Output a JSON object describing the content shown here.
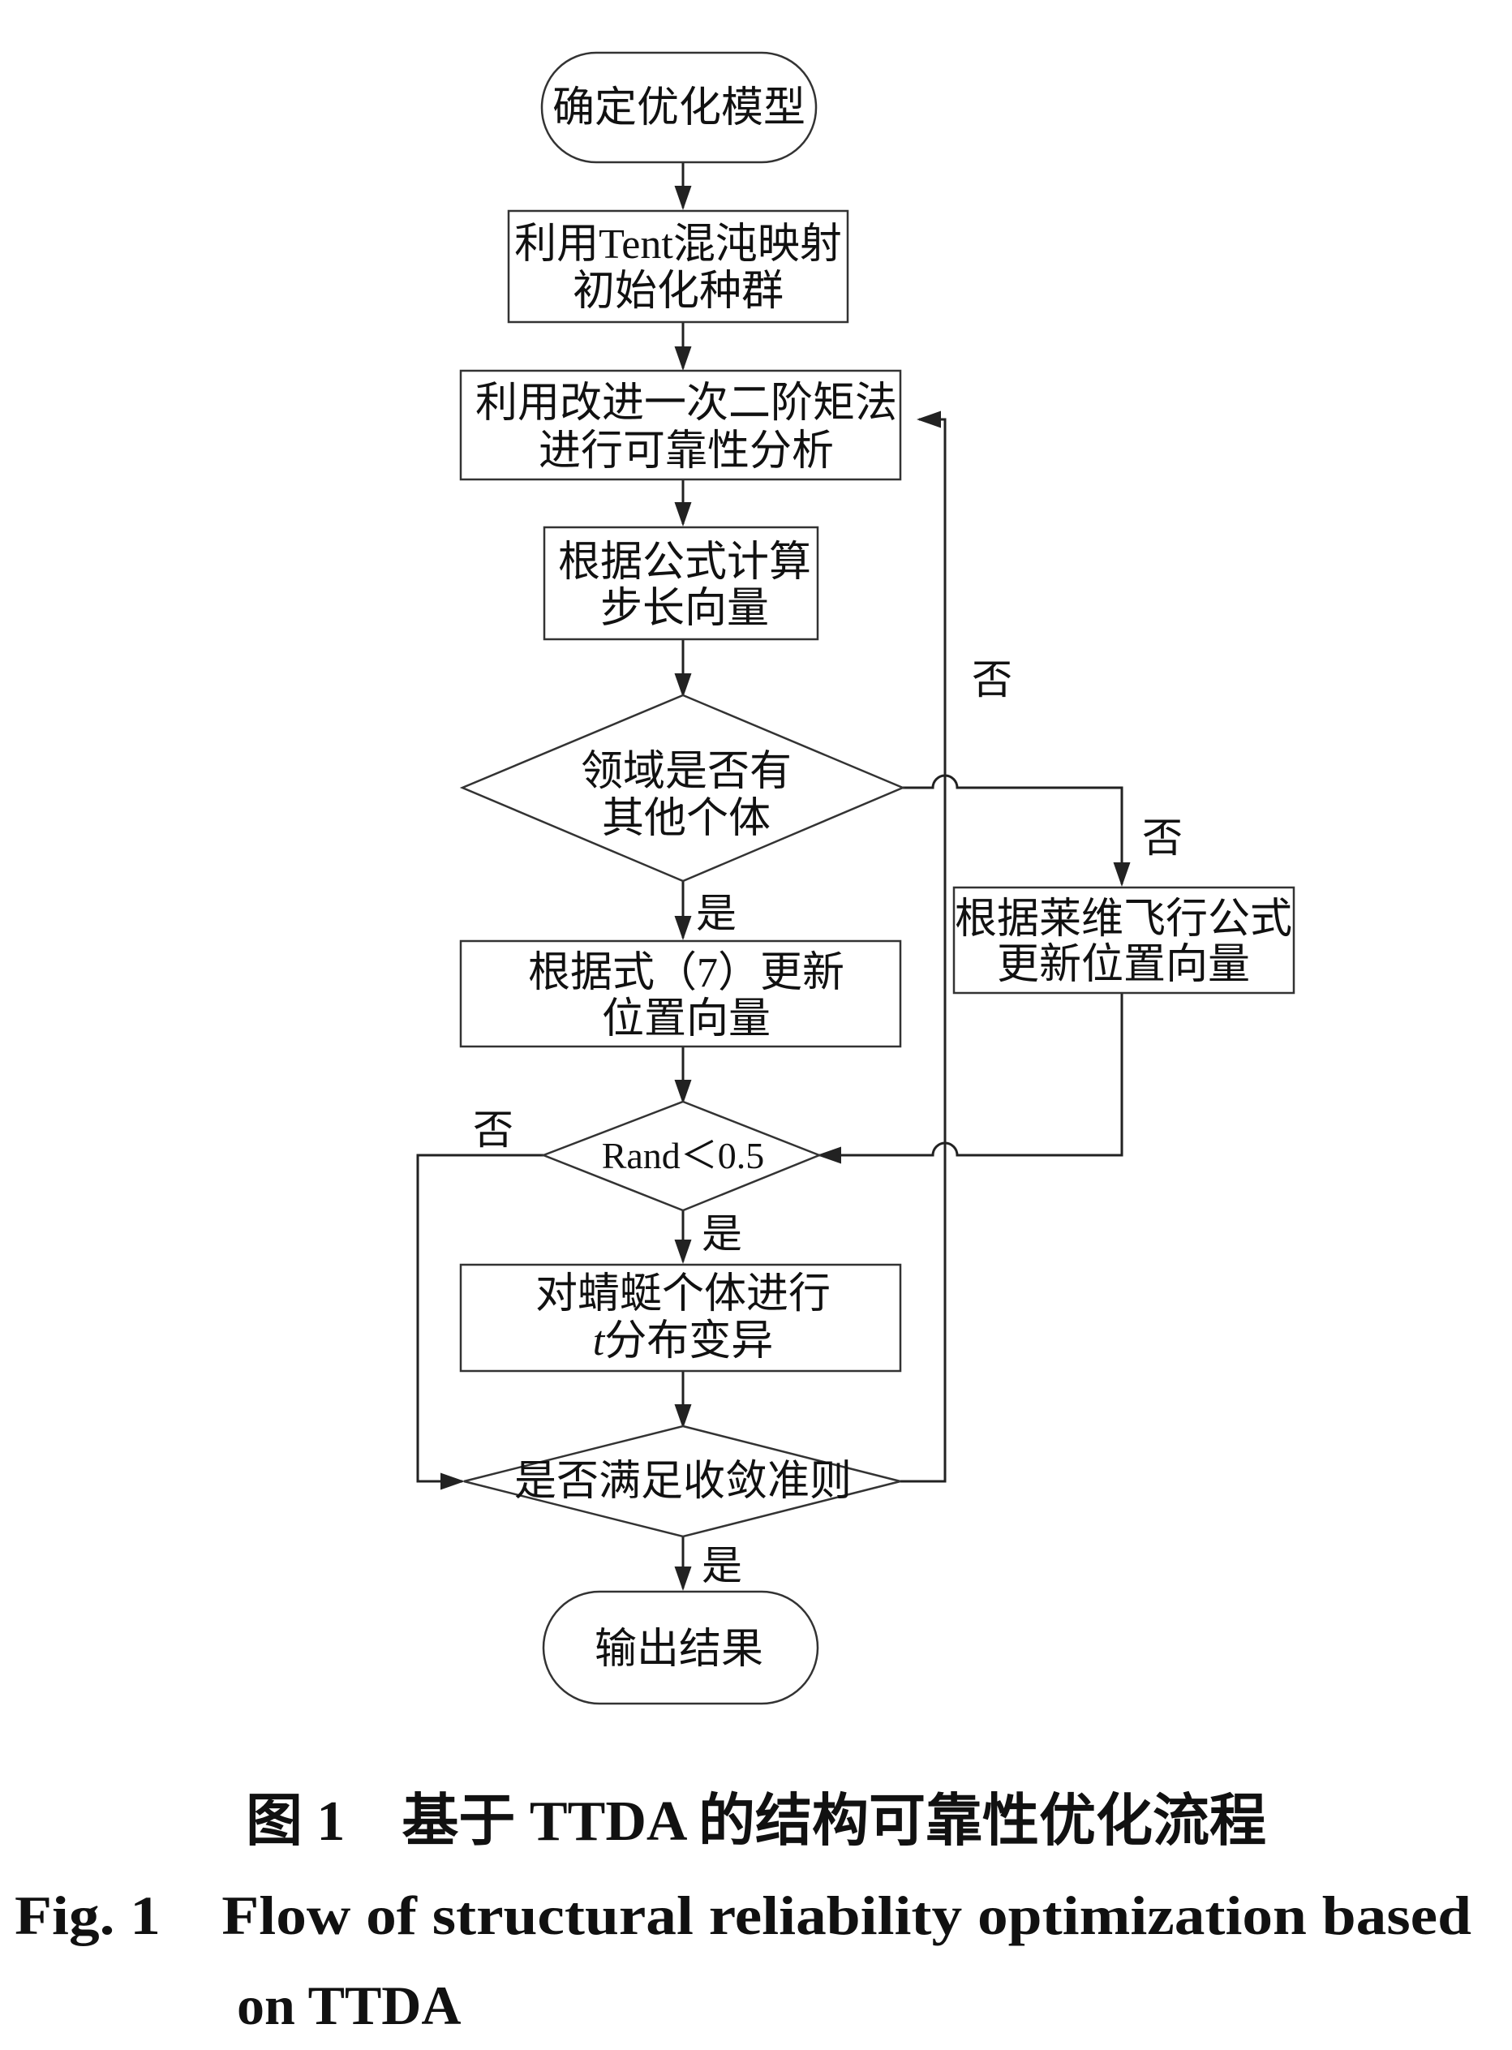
{
  "nodes": {
    "start": "确定优化模型",
    "init_1": "利用Tent混沌映射",
    "init_2": "初始化种群",
    "analysis_1": "利用改进一次二阶矩法",
    "analysis_2": "进行可靠性分析",
    "step_1": "根据公式计算",
    "step_2": "步长向量",
    "neighbor_1": "领域是否有",
    "neighbor_2": "其他个体",
    "update_eq_1": "根据式（7）更新",
    "update_eq_2": "位置向量",
    "levy_1": "根据莱维飞行公式",
    "levy_2": "更新位置向量",
    "rand": "Rand＜0.5",
    "mutation_1": "对蜻蜓个体进行",
    "mutation_2_var": "t",
    "mutation_2_rest": "分布变异",
    "converge": "是否满足收敛准则",
    "end": "输出结果"
  },
  "edge_labels": {
    "neighbor_yes": "是",
    "neighbor_no": "否",
    "rand_yes": "是",
    "rand_no": "否",
    "converge_yes": "是",
    "converge_no": "否"
  },
  "caption": {
    "cn": "图 1　基于 TTDA 的结构可靠性优化流程",
    "en_line1": "Fig. 1　Flow of structural reliability optimization based",
    "en_line2": "on TTDA"
  }
}
